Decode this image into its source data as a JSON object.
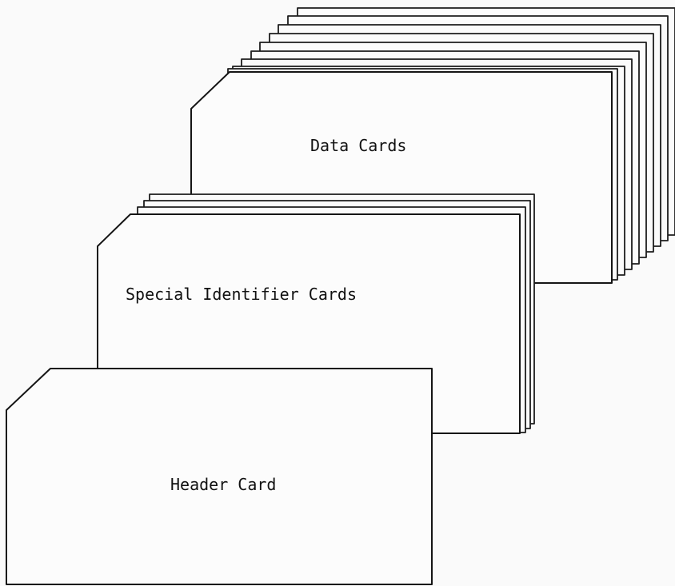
{
  "deck": {
    "data_cards_label": "Data Cards",
    "special_identifier_cards_label": "Special Identifier Cards",
    "header_card_label": "Header Card"
  }
}
